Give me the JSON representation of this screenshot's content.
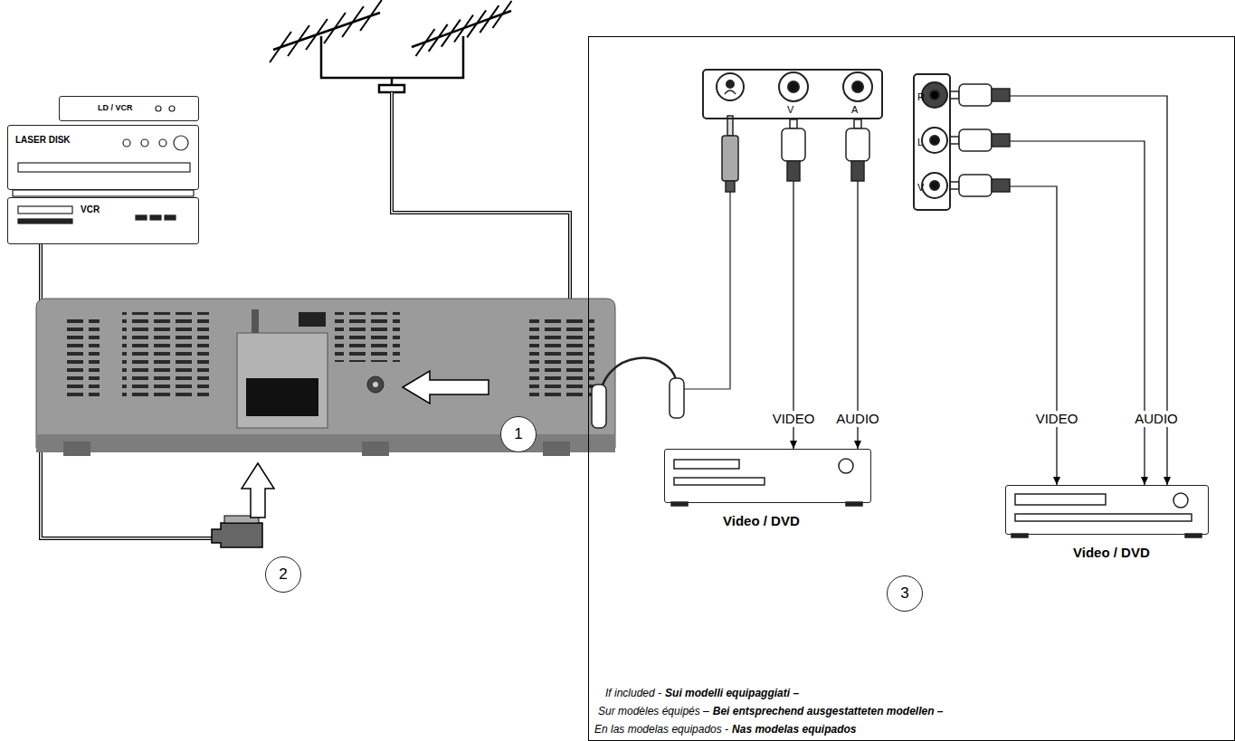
{
  "diagram": {
    "nodes": [
      {
        "text": [
          "LD / VCR"
        ]
      },
      {
        "text": [
          "LASER DISK"
        ]
      },
      {
        "text": [
          "VCR"
        ]
      },
      {
        "text": [
          "1"
        ]
      },
      {
        "text": [
          "2"
        ]
      },
      {
        "text": [
          "If included -",
          "Sui modelli equipaggiati –",
          "Sur modèles équipés –",
          "Bei entsprechend ausgestatteten modellen –",
          "En las modelas equipados -",
          "Nas modelas equipados"
        ]
      },
      {
        "text": [
          "V",
          "A"
        ],
        "in": 5
      },
      {
        "text": [
          "R",
          "L",
          "V"
        ],
        "in": 5
      },
      {
        "text": [
          "Video / DVD"
        ],
        "in": 5
      },
      {
        "text": [
          "Video / DVD"
        ],
        "in": 5
      },
      {
        "text": [
          "3"
        ],
        "in": 5
      }
    ],
    "edges": [
      {
        "from": 6,
        "to": 8,
        "arrow": "to",
        "label": "VIDEO"
      },
      {
        "from": 6,
        "to": 8,
        "arrow": "to",
        "label": "AUDIO"
      },
      {
        "from": 7,
        "to": 9,
        "arrow": "to",
        "label": "VIDEO"
      },
      {
        "from": 7,
        "to": 9,
        "arrow": "to",
        "label": "AUDIO"
      },
      {
        "from": 7,
        "to": 9,
        "arrow": "to"
      }
    ]
  }
}
